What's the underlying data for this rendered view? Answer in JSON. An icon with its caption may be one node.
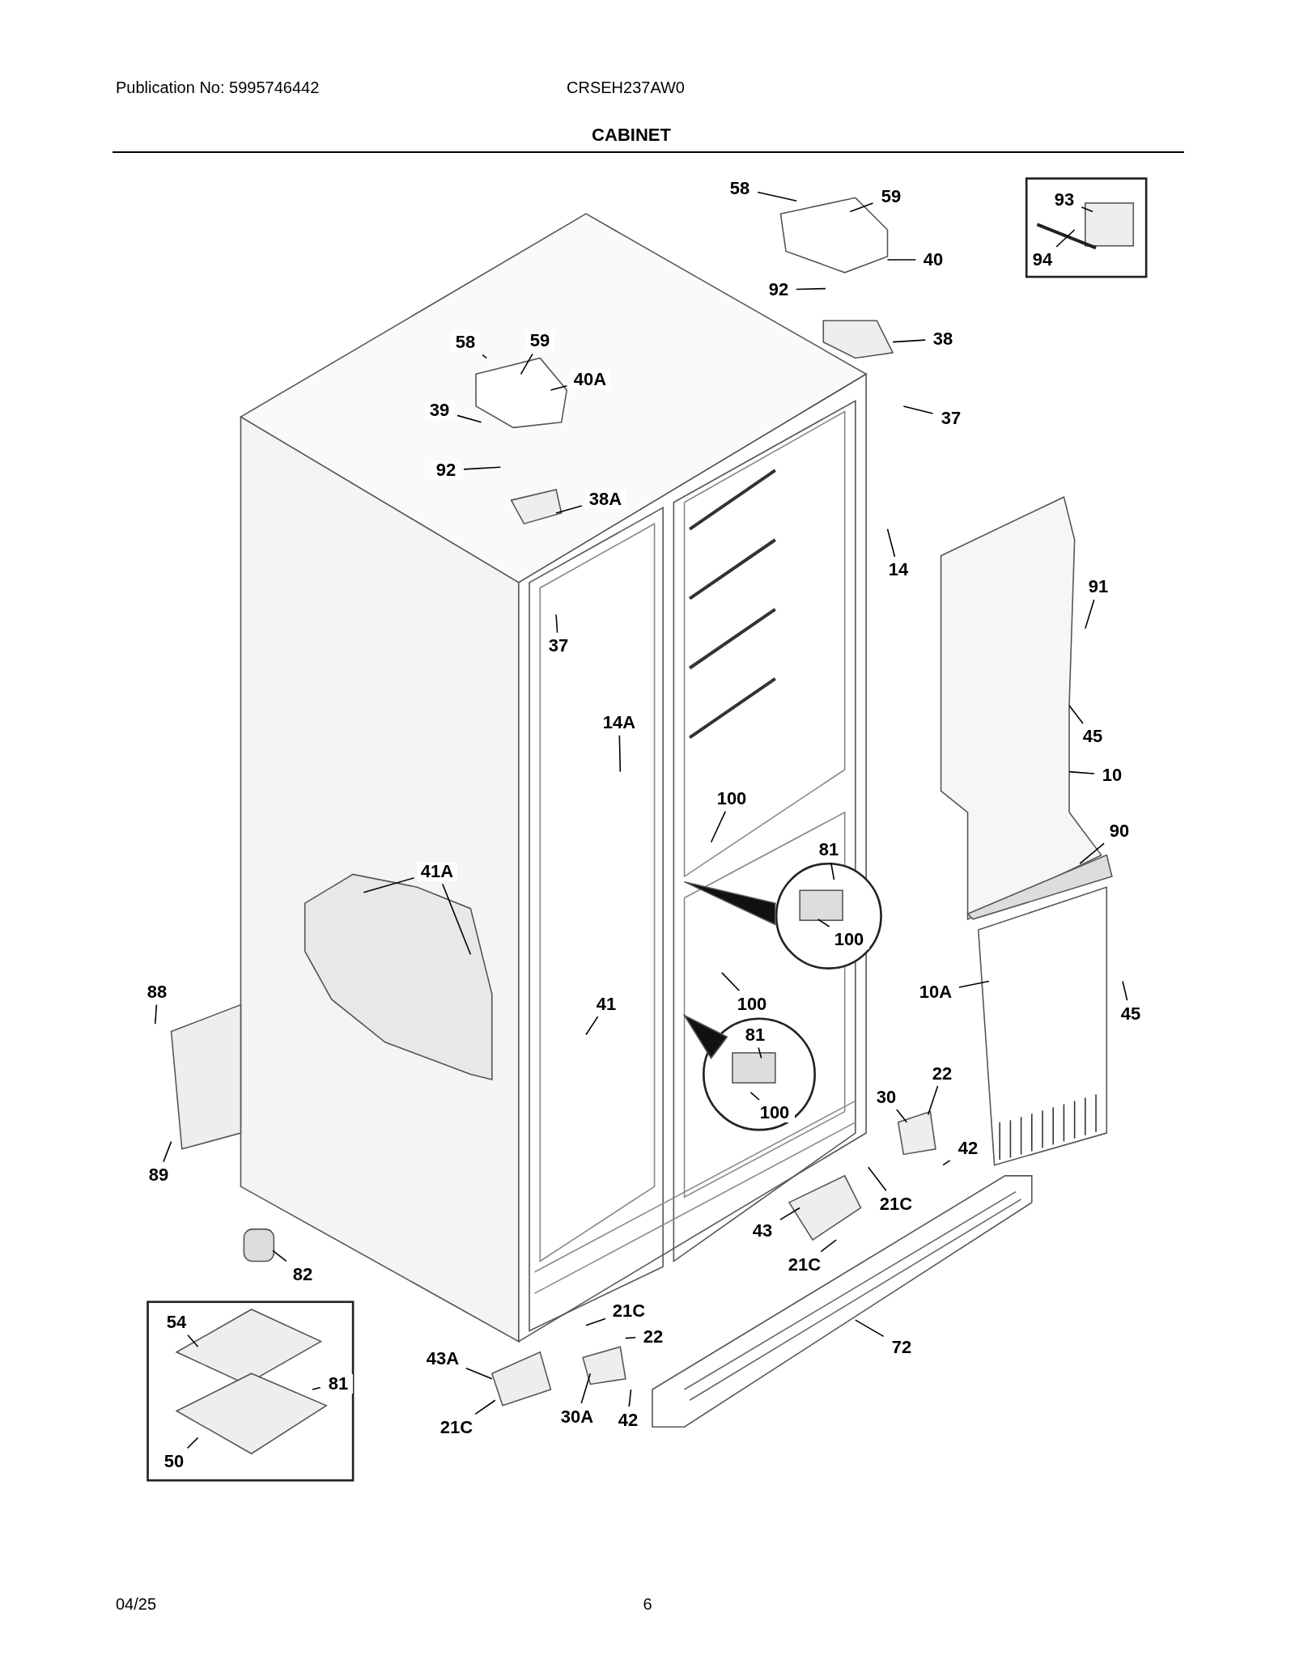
{
  "diagram": {
    "title": "CABINET",
    "nodes": [
      {
        "text": [
          "58"
        ]
      },
      {
        "text": [
          "59"
        ]
      },
      {
        "text": [
          "40"
        ]
      },
      {
        "text": [
          "92"
        ]
      },
      {
        "text": [
          "38"
        ]
      },
      {
        "text": [
          "93"
        ]
      },
      {
        "text": [
          "94"
        ]
      },
      {
        "text": [
          "58"
        ]
      },
      {
        "text": [
          "59"
        ]
      },
      {
        "text": [
          "40A"
        ]
      },
      {
        "text": [
          "39"
        ]
      },
      {
        "text": [
          "37"
        ]
      },
      {
        "text": [
          "92"
        ]
      },
      {
        "text": [
          "38A"
        ]
      },
      {
        "text": [
          "14"
        ]
      },
      {
        "text": [
          "91"
        ]
      },
      {
        "text": [
          "37"
        ]
      },
      {
        "text": [
          "45"
        ]
      },
      {
        "text": [
          "14A"
        ]
      },
      {
        "text": [
          "10"
        ]
      },
      {
        "text": [
          "100"
        ]
      },
      {
        "text": [
          "90"
        ]
      },
      {
        "text": [
          "81"
        ]
      },
      {
        "text": [
          "41A"
        ]
      },
      {
        "text": [
          "100"
        ]
      },
      {
        "text": [
          "88"
        ]
      },
      {
        "text": [
          "10A"
        ]
      },
      {
        "text": [
          "45"
        ]
      },
      {
        "text": [
          "100"
        ]
      },
      {
        "text": [
          "41"
        ]
      },
      {
        "text": [
          "81"
        ]
      },
      {
        "text": [
          "22"
        ]
      },
      {
        "text": [
          "30"
        ]
      },
      {
        "text": [
          "100"
        ]
      },
      {
        "text": [
          "42"
        ]
      },
      {
        "text": [
          "89"
        ]
      },
      {
        "text": [
          "21C"
        ]
      },
      {
        "text": [
          "43"
        ]
      },
      {
        "text": [
          "21C"
        ]
      },
      {
        "text": [
          "82"
        ]
      },
      {
        "text": [
          "21C"
        ]
      },
      {
        "text": [
          "22"
        ]
      },
      {
        "text": [
          "72"
        ]
      },
      {
        "text": [
          "54"
        ]
      },
      {
        "text": [
          "81"
        ]
      },
      {
        "text": [
          "43A"
        ]
      },
      {
        "text": [
          "21C"
        ]
      },
      {
        "text": [
          "30A"
        ]
      },
      {
        "text": [
          "42"
        ]
      },
      {
        "text": [
          "50"
        ]
      }
    ],
    "edges": [
      {
        "from": 0,
        "to": null,
        "arrow": "none"
      },
      {
        "from": 1,
        "to": null,
        "arrow": "none"
      },
      {
        "from": 2,
        "to": null,
        "arrow": "none"
      },
      {
        "from": 3,
        "to": null,
        "arrow": "none"
      },
      {
        "from": 4,
        "to": null,
        "arrow": "none"
      },
      {
        "from": 5,
        "to": null,
        "arrow": "none"
      },
      {
        "from": 6,
        "to": null,
        "arrow": "none"
      },
      {
        "from": 7,
        "to": null,
        "arrow": "none"
      },
      {
        "from": 8,
        "to": null,
        "arrow": "none"
      },
      {
        "from": 9,
        "to": null,
        "arrow": "none"
      },
      {
        "from": 10,
        "to": null,
        "arrow": "none"
      },
      {
        "from": 11,
        "to": null,
        "arrow": "none"
      },
      {
        "from": 12,
        "to": null,
        "arrow": "none"
      },
      {
        "from": 13,
        "to": null,
        "arrow": "none"
      },
      {
        "from": 14,
        "to": null,
        "arrow": "none"
      },
      {
        "from": 15,
        "to": null,
        "arrow": "none"
      },
      {
        "from": 16,
        "to": null,
        "arrow": "none"
      },
      {
        "from": 17,
        "to": null,
        "arrow": "none"
      },
      {
        "from": 18,
        "to": null,
        "arrow": "none"
      },
      {
        "from": 19,
        "to": null,
        "arrow": "none"
      },
      {
        "from": 20,
        "to": null,
        "arrow": "none"
      },
      {
        "from": 21,
        "to": null,
        "arrow": "none"
      },
      {
        "from": 22,
        "to": null,
        "arrow": "none"
      },
      {
        "from": 23,
        "to": null,
        "arrow": "none"
      },
      {
        "from": 23,
        "to": null,
        "arrow": "none"
      },
      {
        "from": 24,
        "to": null,
        "arrow": "none"
      },
      {
        "from": 25,
        "to": null,
        "arrow": "none"
      },
      {
        "from": 26,
        "to": null,
        "arrow": "none"
      },
      {
        "from": 27,
        "to": null,
        "arrow": "none"
      },
      {
        "from": 28,
        "to": null,
        "arrow": "none"
      },
      {
        "from": 29,
        "to": null,
        "arrow": "none"
      },
      {
        "from": 30,
        "to": null,
        "arrow": "none"
      },
      {
        "from": 31,
        "to": null,
        "arrow": "none"
      },
      {
        "from": 32,
        "to": null,
        "arrow": "none"
      },
      {
        "from": 33,
        "to": null,
        "arrow": "none"
      },
      {
        "from": 34,
        "to": null,
        "arrow": "none"
      },
      {
        "from": 35,
        "to": null,
        "arrow": "none"
      },
      {
        "from": 36,
        "to": null,
        "arrow": "none"
      },
      {
        "from": 37,
        "to": null,
        "arrow": "none"
      },
      {
        "from": 38,
        "to": null,
        "arrow": "none"
      },
      {
        "from": 39,
        "to": null,
        "arrow": "none"
      },
      {
        "from": 40,
        "to": null,
        "arrow": "none"
      },
      {
        "from": 41,
        "to": null,
        "arrow": "none"
      },
      {
        "from": 42,
        "to": null,
        "arrow": "none"
      },
      {
        "from": 43,
        "to": null,
        "arrow": "none"
      },
      {
        "from": 44,
        "to": null,
        "arrow": "none"
      },
      {
        "from": 45,
        "to": null,
        "arrow": "none"
      },
      {
        "from": 46,
        "to": null,
        "arrow": "none"
      },
      {
        "from": 47,
        "to": null,
        "arrow": "none"
      },
      {
        "from": 48,
        "to": null,
        "arrow": "none"
      },
      {
        "from": 49,
        "to": null,
        "arrow": "none"
      }
    ],
    "labels": [
      "Publication No: 5995746442",
      "CRSEH237AW0",
      "04/25",
      "6"
    ]
  }
}
